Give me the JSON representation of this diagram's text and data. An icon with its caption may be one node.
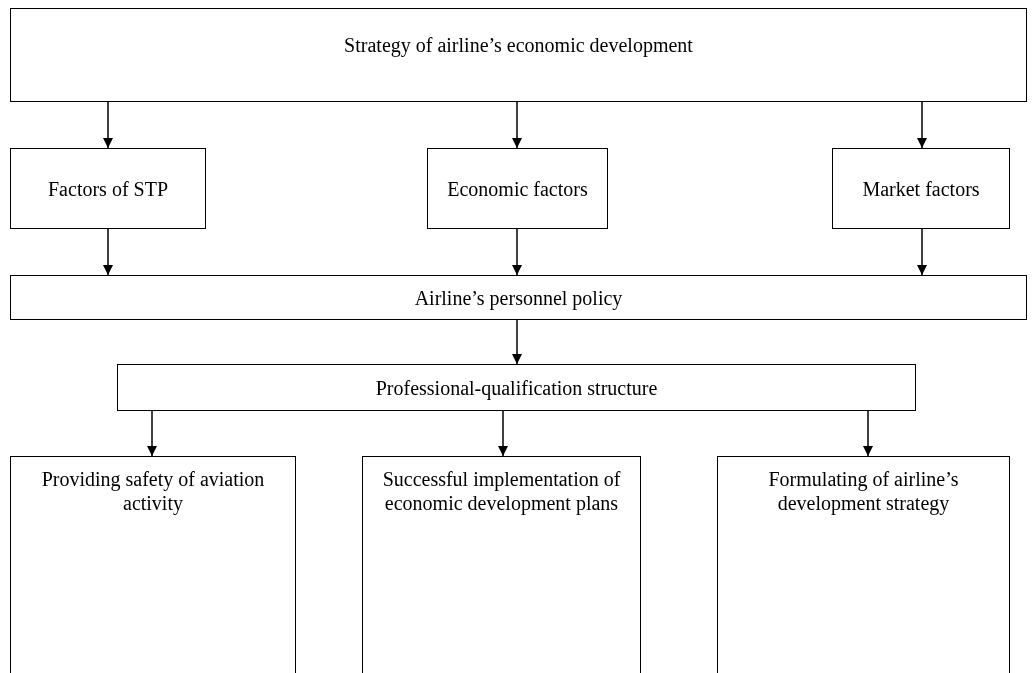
{
  "diagram": {
    "nodes": [
      {
        "text": [
          "Strategy of airline’s economic development"
        ]
      },
      {
        "text": [
          "Factors of STP"
        ]
      },
      {
        "text": [
          "Economic factors"
        ]
      },
      {
        "text": [
          "Market factors"
        ]
      },
      {
        "text": [
          "Airline’s personnel policy"
        ]
      },
      {
        "text": [
          "Professional-qualification structure"
        ]
      },
      {
        "text": [
          "Providing safety of aviation activity"
        ]
      },
      {
        "text": [
          "Successful implementation of economic development plans"
        ]
      },
      {
        "text": [
          "Formulating of airline’s development strategy"
        ]
      }
    ],
    "edges": [
      {
        "from": 0,
        "to": 1,
        "arrow": "to"
      },
      {
        "from": 0,
        "to": 2,
        "arrow": "to"
      },
      {
        "from": 0,
        "to": 3,
        "arrow": "to"
      },
      {
        "from": 1,
        "to": 4,
        "arrow": "to"
      },
      {
        "from": 2,
        "to": 4,
        "arrow": "to"
      },
      {
        "from": 3,
        "to": 4,
        "arrow": "to"
      },
      {
        "from": 4,
        "to": 5,
        "arrow": "to"
      },
      {
        "from": 5,
        "to": 6,
        "arrow": "to"
      },
      {
        "from": 5,
        "to": 7,
        "arrow": "to"
      },
      {
        "from": 5,
        "to": 8,
        "arrow": "to"
      }
    ]
  }
}
